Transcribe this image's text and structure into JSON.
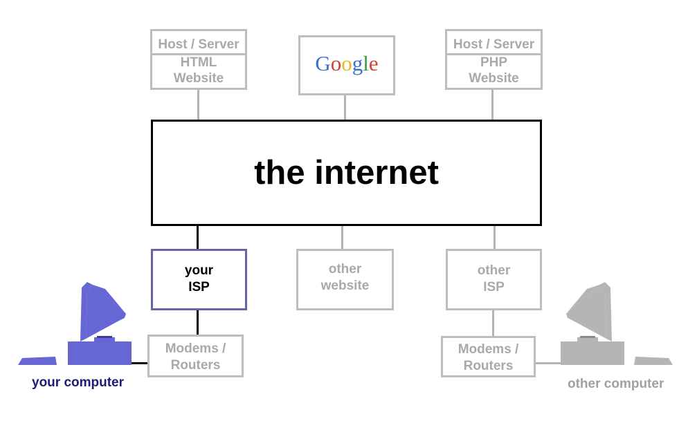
{
  "diagram": {
    "internet_label": "the internet",
    "google_logo": [
      {
        "ch": "G",
        "color": "#3b6fd4"
      },
      {
        "ch": "o",
        "color": "#d7402f"
      },
      {
        "ch": "o",
        "color": "#e8b81c"
      },
      {
        "ch": "g",
        "color": "#3b6fd4"
      },
      {
        "ch": "l",
        "color": "#3a9a40"
      },
      {
        "ch": "e",
        "color": "#d7402f"
      }
    ],
    "html_host": {
      "header": "Host / Server",
      "line1": "HTML",
      "line2": "Website"
    },
    "php_host": {
      "header": "Host / Server",
      "line1": "PHP",
      "line2": "Website"
    },
    "your_isp": {
      "line1": "your",
      "line2": "ISP"
    },
    "other_website": {
      "line1": "other",
      "line2": "website"
    },
    "other_isp": {
      "line1": "other",
      "line2": "ISP"
    },
    "modems_left": {
      "line1": "Modems /",
      "line2": "Routers"
    },
    "modems_right": {
      "line1": "Modems /",
      "line2": "Routers"
    },
    "your_computer_label": "your computer",
    "other_computer_label": "other computer"
  },
  "colors": {
    "your_side": "#6464d2",
    "your_label": "#1c1c78",
    "other_side": "#b4b4b4",
    "other_label": "#a0a0a0",
    "internet_border": "#000000"
  }
}
